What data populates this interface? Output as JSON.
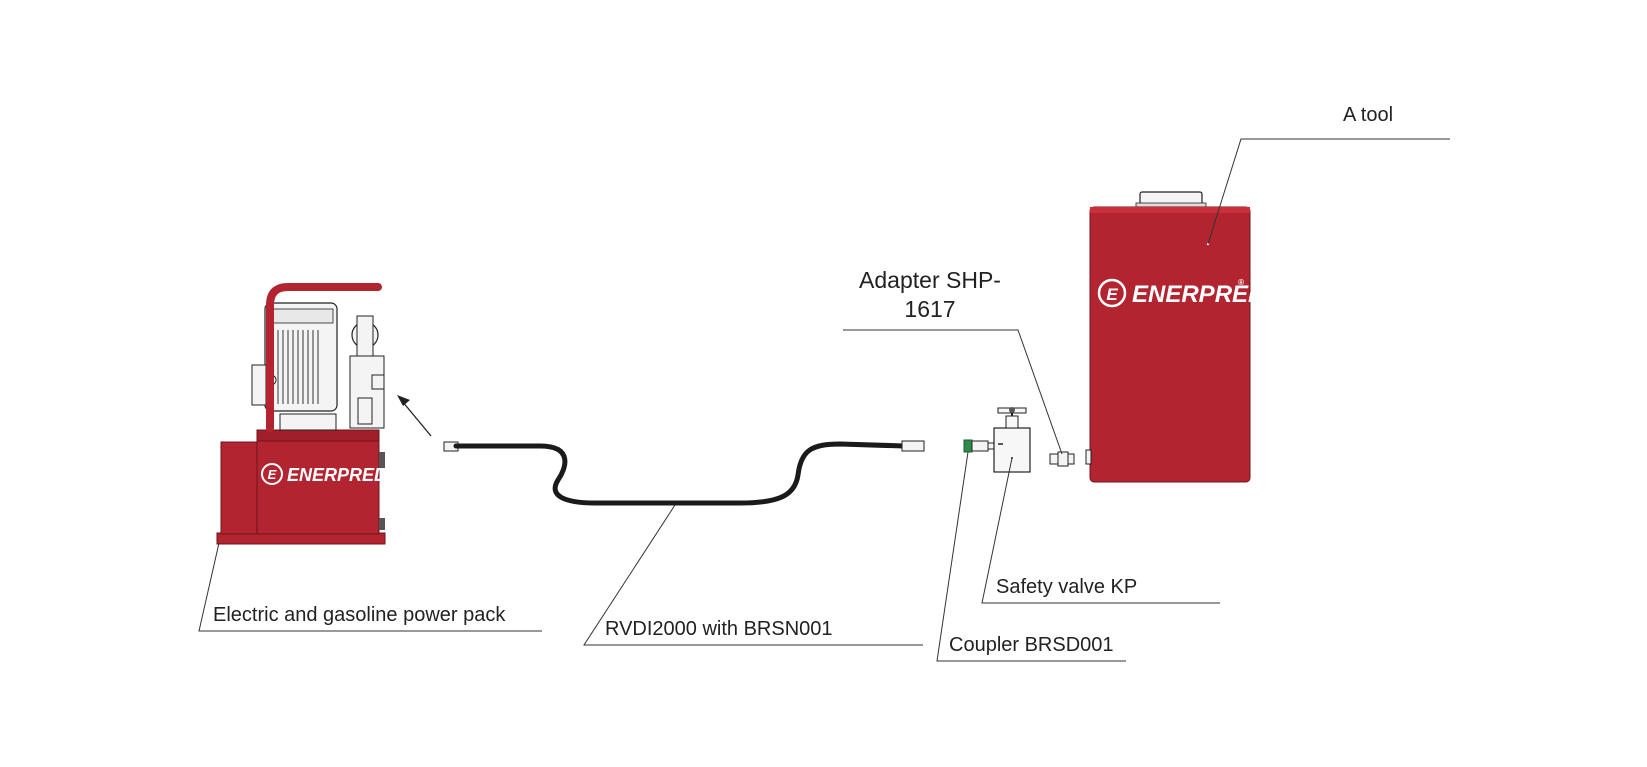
{
  "labels": {
    "power_pack": "Electric and gasoline power pack",
    "hose": "RVDI2000 with BRSN001",
    "coupler": "Coupler BRSD001",
    "safety_valve": "Safety valve KP",
    "adapter_line1": "Adapter SHP-",
    "adapter_line2": "1617",
    "tool": "A tool"
  },
  "brand": {
    "name": "ENERPRED",
    "mark": "®"
  },
  "colors": {
    "brand_red": "#b22430",
    "dark_red": "#8e1b25",
    "hose": "#1a1a1a",
    "coupler_green": "#2e8b4e",
    "line": "#333333"
  }
}
